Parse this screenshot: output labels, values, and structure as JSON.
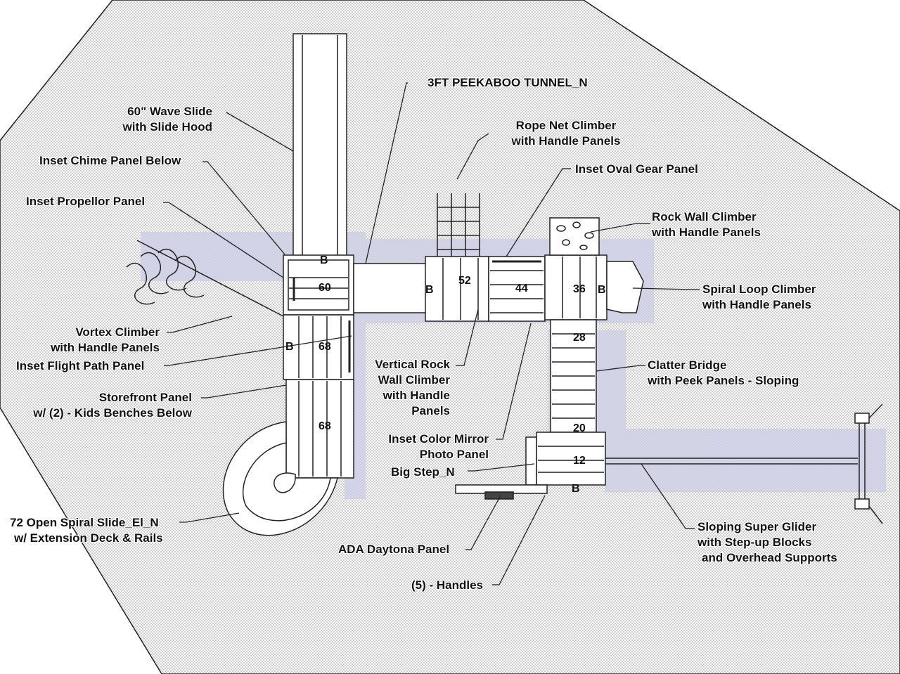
{
  "labels": {
    "tunnel": "3FT PEEKABOO TUNNEL_N",
    "wave_slide_1": "60\" Wave Slide",
    "wave_slide_2": "with Slide Hood",
    "rope_net_1": "Rope Net Climber",
    "rope_net_2": "with Handle Panels",
    "chime": "Inset Chime Panel Below",
    "oval_gear": "Inset Oval Gear Panel",
    "propellor": "Inset Propellor Panel",
    "rock_wall_1": "Rock Wall Climber",
    "rock_wall_2": "with Handle Panels",
    "spiral_loop_1": "Spiral Loop Climber",
    "spiral_loop_2": "with Handle Panels",
    "vortex_1": "Vortex Climber",
    "vortex_2": "with Handle Panels",
    "flight_path": "Inset Flight Path Panel",
    "vertical_rock_1": "Vertical Rock",
    "vertical_rock_2": "Wall Climber",
    "vertical_rock_3": "with Handle",
    "vertical_rock_4": "Panels",
    "clatter_1": "Clatter Bridge",
    "clatter_2": "with Peek Panels - Sloping",
    "storefront_1": "Storefront Panel",
    "storefront_2": "w/ (2) - Kids Benches Below",
    "color_mirror_1": "Inset Color Mirror",
    "color_mirror_2": "Photo Panel",
    "big_step": "Big Step_N",
    "spiral_slide_1": "72 Open Spiral Slide_El_N",
    "spiral_slide_2": "w/ Extension Deck & Rails",
    "glider_1": "Sloping Super Glider",
    "glider_2": "with Step-up Blocks",
    "glider_3": "and Overhead Supports",
    "ada": "ADA Daytona Panel",
    "handles": "(5) - Handles"
  },
  "numbers": {
    "d60": "60",
    "d52": "52",
    "d44": "44",
    "d36": "36",
    "d68a": "68",
    "d68b": "68",
    "d28": "28",
    "d20": "20",
    "d12": "12"
  },
  "markers": {
    "b1": "B",
    "b2": "B",
    "b3": "B",
    "b4": "B",
    "b5": "B"
  }
}
